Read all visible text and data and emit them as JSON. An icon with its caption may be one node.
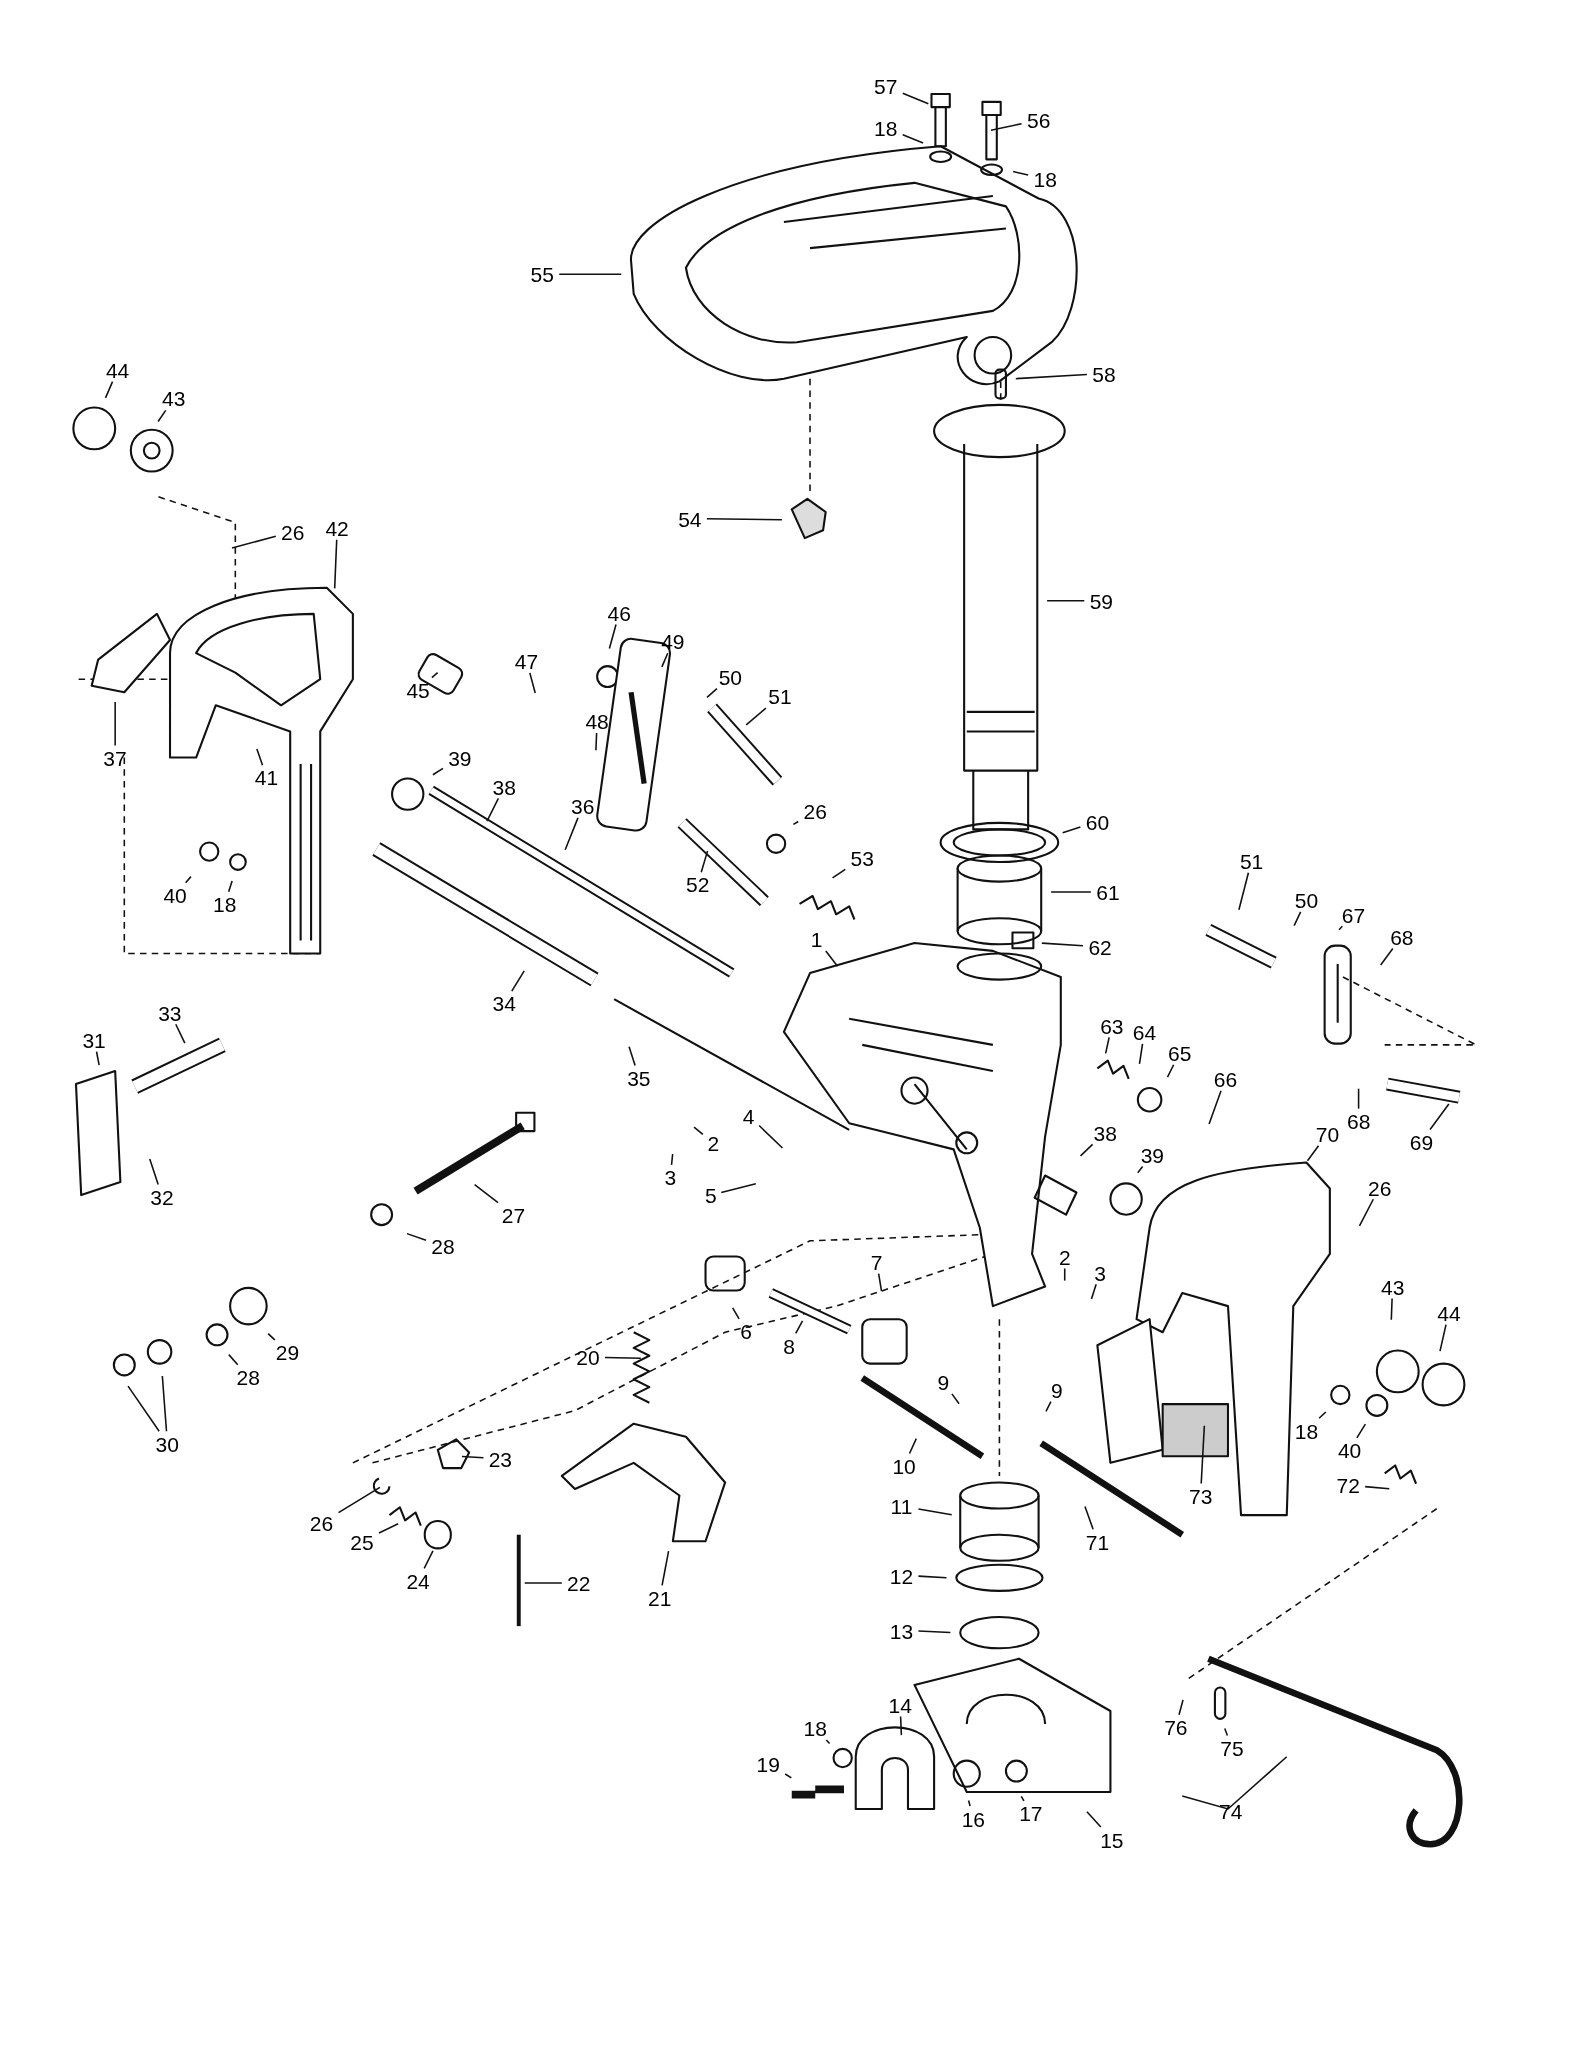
{
  "diagram": {
    "nodes": [
      {
        "text": [
          "57"
        ]
      },
      {
        "text": [
          "18"
        ]
      },
      {
        "text": [
          "56"
        ]
      },
      {
        "text": [
          "18"
        ]
      },
      {
        "text": [
          "55"
        ]
      },
      {
        "text": [
          "58"
        ]
      },
      {
        "text": [
          "44"
        ]
      },
      {
        "text": [
          "43"
        ]
      },
      {
        "text": [
          "54"
        ]
      },
      {
        "text": [
          "26"
        ]
      },
      {
        "text": [
          "42"
        ]
      },
      {
        "text": [
          "59"
        ]
      },
      {
        "text": [
          "46"
        ]
      },
      {
        "text": [
          "49"
        ]
      },
      {
        "text": [
          "47"
        ]
      },
      {
        "text": [
          "50"
        ]
      },
      {
        "text": [
          "51"
        ]
      },
      {
        "text": [
          "45"
        ]
      },
      {
        "text": [
          "48"
        ]
      },
      {
        "text": [
          "37"
        ]
      },
      {
        "text": [
          "39"
        ]
      },
      {
        "text": [
          "38"
        ]
      },
      {
        "text": [
          "41"
        ]
      },
      {
        "text": [
          "36"
        ]
      },
      {
        "text": [
          "60"
        ]
      },
      {
        "text": [
          "26"
        ]
      },
      {
        "text": [
          "53"
        ]
      },
      {
        "text": [
          "52"
        ]
      },
      {
        "text": [
          "40"
        ]
      },
      {
        "text": [
          "18"
        ]
      },
      {
        "text": [
          "61"
        ]
      },
      {
        "text": [
          "51"
        ]
      },
      {
        "text": [
          "50"
        ]
      },
      {
        "text": [
          "67"
        ]
      },
      {
        "text": [
          "68"
        ]
      },
      {
        "text": [
          "1"
        ]
      },
      {
        "text": [
          "62"
        ]
      },
      {
        "text": [
          "34"
        ]
      },
      {
        "text": [
          "33"
        ]
      },
      {
        "text": [
          "31"
        ]
      },
      {
        "text": [
          "63"
        ]
      },
      {
        "text": [
          "64"
        ]
      },
      {
        "text": [
          "65"
        ]
      },
      {
        "text": [
          "35"
        ]
      },
      {
        "text": [
          "66"
        ]
      },
      {
        "text": [
          "68"
        ]
      },
      {
        "text": [
          "69"
        ]
      },
      {
        "text": [
          "2"
        ]
      },
      {
        "text": [
          "3"
        ]
      },
      {
        "text": [
          "4"
        ]
      },
      {
        "text": [
          "38"
        ]
      },
      {
        "text": [
          "70"
        ]
      },
      {
        "text": [
          "39"
        ]
      },
      {
        "text": [
          "32"
        ]
      },
      {
        "text": [
          "5"
        ]
      },
      {
        "text": [
          "27"
        ]
      },
      {
        "text": [
          "26"
        ]
      },
      {
        "text": [
          "28"
        ]
      },
      {
        "text": [
          "2"
        ]
      },
      {
        "text": [
          "3"
        ]
      },
      {
        "text": [
          "7"
        ]
      },
      {
        "text": [
          "43"
        ]
      },
      {
        "text": [
          "44"
        ]
      },
      {
        "text": [
          "6"
        ]
      },
      {
        "text": [
          "8"
        ]
      },
      {
        "text": [
          "20"
        ]
      },
      {
        "text": [
          "29"
        ]
      },
      {
        "text": [
          "28"
        ]
      },
      {
        "text": [
          "9"
        ]
      },
      {
        "text": [
          "9"
        ]
      },
      {
        "text": [
          "30"
        ]
      },
      {
        "text": [
          "18"
        ]
      },
      {
        "text": [
          "40"
        ]
      },
      {
        "text": [
          "10"
        ]
      },
      {
        "text": [
          "23"
        ]
      },
      {
        "text": [
          "73"
        ]
      },
      {
        "text": [
          "72"
        ]
      },
      {
        "text": [
          "11"
        ]
      },
      {
        "text": [
          "71"
        ]
      },
      {
        "text": [
          "26"
        ]
      },
      {
        "text": [
          "25"
        ]
      },
      {
        "text": [
          "24"
        ]
      },
      {
        "text": [
          "22"
        ]
      },
      {
        "text": [
          "12"
        ]
      },
      {
        "text": [
          "21"
        ]
      },
      {
        "text": [
          "13"
        ]
      },
      {
        "text": [
          "76"
        ]
      },
      {
        "text": [
          "75"
        ]
      },
      {
        "text": [
          "74"
        ]
      },
      {
        "text": [
          "14"
        ]
      },
      {
        "text": [
          "18"
        ]
      },
      {
        "text": [
          "19"
        ]
      },
      {
        "text": [
          "16"
        ]
      },
      {
        "text": [
          "17"
        ]
      },
      {
        "text": [
          "15"
        ]
      }
    ],
    "edges": [
      {
        "from": 0,
        "to": null,
        "arrow": "none"
      },
      {
        "from": 1,
        "to": null,
        "arrow": "none"
      },
      {
        "from": 2,
        "to": null,
        "arrow": "none"
      },
      {
        "from": 3,
        "to": null,
        "arrow": "none"
      },
      {
        "from": 4,
        "to": null,
        "arrow": "none"
      },
      {
        "from": 5,
        "to": null,
        "arrow": "none"
      },
      {
        "from": 6,
        "to": null,
        "arrow": "none"
      },
      {
        "from": 7,
        "to": null,
        "arrow": "none"
      },
      {
        "from": 8,
        "to": null,
        "arrow": "none"
      },
      {
        "from": 9,
        "to": null,
        "arrow": "none"
      },
      {
        "from": 10,
        "to": null,
        "arrow": "none"
      },
      {
        "from": 11,
        "to": null,
        "arrow": "none"
      },
      {
        "from": 12,
        "to": null,
        "arrow": "none"
      },
      {
        "from": 13,
        "to": null,
        "arrow": "none"
      },
      {
        "from": 14,
        "to": null,
        "arrow": "none"
      },
      {
        "from": 15,
        "to": null,
        "arrow": "none"
      },
      {
        "from": 16,
        "to": null,
        "arrow": "none"
      },
      {
        "from": 17,
        "to": null,
        "arrow": "none"
      },
      {
        "from": 18,
        "to": null,
        "arrow": "none"
      },
      {
        "from": 19,
        "to": null,
        "arrow": "none"
      },
      {
        "from": 20,
        "to": null,
        "arrow": "none"
      },
      {
        "from": 21,
        "to": null,
        "arrow": "none"
      },
      {
        "from": 22,
        "to": null,
        "arrow": "none"
      },
      {
        "from": 23,
        "to": null,
        "arrow": "none"
      },
      {
        "from": 24,
        "to": null,
        "arrow": "none"
      },
      {
        "from": 25,
        "to": null,
        "arrow": "none"
      },
      {
        "from": 26,
        "to": null,
        "arrow": "none"
      },
      {
        "from": 27,
        "to": null,
        "arrow": "none"
      },
      {
        "from": 28,
        "to": null,
        "arrow": "none"
      },
      {
        "from": 29,
        "to": null,
        "arrow": "none"
      },
      {
        "from": 30,
        "to": null,
        "arrow": "none"
      },
      {
        "from": 31,
        "to": null,
        "arrow": "none"
      },
      {
        "from": 32,
        "to": null,
        "arrow": "none"
      },
      {
        "from": 33,
        "to": null,
        "arrow": "none"
      },
      {
        "from": 34,
        "to": null,
        "arrow": "none"
      },
      {
        "from": 35,
        "to": null,
        "arrow": "none"
      },
      {
        "from": 36,
        "to": null,
        "arrow": "none"
      },
      {
        "from": 37,
        "to": null,
        "arrow": "none"
      },
      {
        "from": 38,
        "to": null,
        "arrow": "none"
      },
      {
        "from": 39,
        "to": null,
        "arrow": "none"
      },
      {
        "from": 40,
        "to": null,
        "arrow": "none"
      },
      {
        "from": 41,
        "to": null,
        "arrow": "none"
      },
      {
        "from": 42,
        "to": null,
        "arrow": "none"
      },
      {
        "from": 43,
        "to": null,
        "arrow": "none"
      },
      {
        "from": 44,
        "to": null,
        "arrow": "none"
      },
      {
        "from": 45,
        "to": null,
        "arrow": "none"
      },
      {
        "from": 46,
        "to": null,
        "arrow": "none"
      },
      {
        "from": 47,
        "to": null,
        "arrow": "none"
      },
      {
        "from": 48,
        "to": null,
        "arrow": "none"
      },
      {
        "from": 49,
        "to": null,
        "arrow": "none"
      },
      {
        "from": 50,
        "to": null,
        "arrow": "none"
      },
      {
        "from": 51,
        "to": null,
        "arrow": "none"
      },
      {
        "from": 52,
        "to": null,
        "arrow": "none"
      },
      {
        "from": 53,
        "to": null,
        "arrow": "none"
      },
      {
        "from": 54,
        "to": null,
        "arrow": "none"
      },
      {
        "from": 55,
        "to": null,
        "arrow": "none"
      },
      {
        "from": 56,
        "to": null,
        "arrow": "none"
      },
      {
        "from": 57,
        "to": null,
        "arrow": "none"
      },
      {
        "from": 58,
        "to": null,
        "arrow": "none"
      },
      {
        "from": 59,
        "to": null,
        "arrow": "none"
      },
      {
        "from": 60,
        "to": null,
        "arrow": "none"
      },
      {
        "from": 61,
        "to": null,
        "arrow": "none"
      },
      {
        "from": 62,
        "to": null,
        "arrow": "none"
      },
      {
        "from": 63,
        "to": null,
        "arrow": "none"
      },
      {
        "from": 64,
        "to": null,
        "arrow": "none"
      },
      {
        "from": 65,
        "to": null,
        "arrow": "none"
      },
      {
        "from": 66,
        "to": null,
        "arrow": "none"
      },
      {
        "from": 67,
        "to": null,
        "arrow": "none"
      },
      {
        "from": 68,
        "to": null,
        "arrow": "none"
      },
      {
        "from": 69,
        "to": null,
        "arrow": "none"
      },
      {
        "from": 70,
        "to": null,
        "arrow": "none"
      },
      {
        "from": 71,
        "to": null,
        "arrow": "none"
      },
      {
        "from": 72,
        "to": null,
        "arrow": "none"
      },
      {
        "from": 73,
        "to": null,
        "arrow": "none"
      },
      {
        "from": 74,
        "to": null,
        "arrow": "none"
      },
      {
        "from": 75,
        "to": null,
        "arrow": "none"
      },
      {
        "from": 76,
        "to": null,
        "arrow": "none"
      },
      {
        "from": 77,
        "to": null,
        "arrow": "none"
      },
      {
        "from": 78,
        "to": null,
        "arrow": "none"
      },
      {
        "from": 79,
        "to": null,
        "arrow": "none"
      },
      {
        "from": 80,
        "to": null,
        "arrow": "none"
      },
      {
        "from": 81,
        "to": null,
        "arrow": "none"
      },
      {
        "from": 82,
        "to": null,
        "arrow": "none"
      },
      {
        "from": 83,
        "to": null,
        "arrow": "none"
      },
      {
        "from": 84,
        "to": null,
        "arrow": "none"
      },
      {
        "from": 85,
        "to": null,
        "arrow": "none"
      },
      {
        "from": 86,
        "to": null,
        "arrow": "none"
      },
      {
        "from": 87,
        "to": null,
        "arrow": "none"
      },
      {
        "from": 89,
        "to": null,
        "arrow": "none"
      },
      {
        "from": 90,
        "to": null,
        "arrow": "none"
      },
      {
        "from": 91,
        "to": null,
        "arrow": "none"
      },
      {
        "from": 92,
        "to": null,
        "arrow": "none"
      },
      {
        "from": 93,
        "to": null,
        "arrow": "none"
      },
      {
        "from": 94,
        "to": null,
        "arrow": "none"
      },
      {
        "from": 70,
        "to": null,
        "arrow": "none"
      }
    ]
  }
}
